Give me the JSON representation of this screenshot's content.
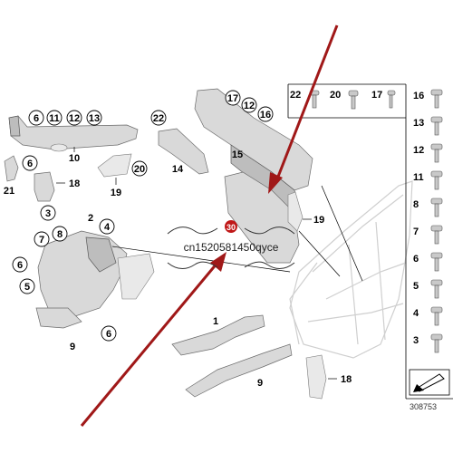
{
  "callouts": {
    "c6": "6",
    "c11": "11",
    "c12": "12",
    "c13": "13",
    "c10": "10",
    "c21": "21",
    "c6b": "6",
    "c18": "18",
    "c20": "20",
    "c19": "19",
    "c22": "22",
    "c14": "14",
    "c17": "17",
    "c12b": "12",
    "c16": "16",
    "c15": "15",
    "c19b": "19",
    "c3": "3",
    "c2": "2",
    "c4": "4",
    "c7": "7",
    "c8": "8",
    "c6c": "6",
    "c5": "5",
    "c6d": "6",
    "c9": "9",
    "c1": "1",
    "c9b": "9",
    "c18b": "18"
  },
  "fastener_panel": {
    "top_row": [
      "22",
      "20",
      "17"
    ],
    "column": [
      "16",
      "13",
      "12",
      "11",
      "8",
      "7",
      "6",
      "5",
      "4",
      "3"
    ]
  },
  "watermark": {
    "text": "cn1520581450qyce",
    "badge": "30"
  },
  "diagram_number": "308753"
}
